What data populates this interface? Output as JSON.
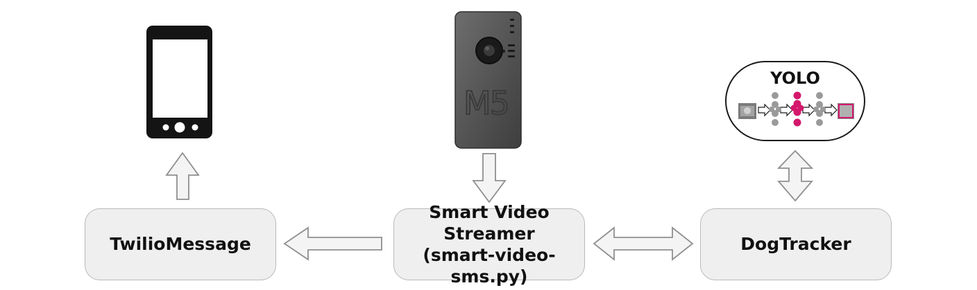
{
  "nodes": {
    "twilio": {
      "label": "TwilioMessage"
    },
    "streamer": {
      "line1": "Smart Video Streamer",
      "line2": "(smart-video-sms.py)"
    },
    "dogtracker": {
      "label": "DogTracker"
    }
  },
  "yolo": {
    "title": "YOLO"
  },
  "device": {
    "brand": "M5"
  },
  "colors": {
    "box_fill": "#efefef",
    "box_border": "#b9b9b9",
    "arrow_fill": "#f4f4f4",
    "arrow_stroke": "#8f8f8f",
    "highlight_layer": "#d4186c",
    "neuron": "#9a9a9a"
  },
  "arrows": [
    {
      "from": "dogtracker",
      "to": "yolo",
      "direction": "bidirectional"
    },
    {
      "from": "device",
      "to": "streamer",
      "direction": "down"
    },
    {
      "from": "streamer",
      "to": "twilio",
      "direction": "left"
    },
    {
      "from": "streamer",
      "to": "dogtracker",
      "direction": "bidirectional"
    },
    {
      "from": "twilio",
      "to": "phone",
      "direction": "up"
    }
  ]
}
